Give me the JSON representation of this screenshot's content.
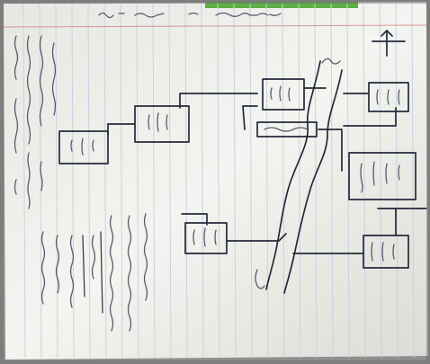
{
  "title": "",
  "colors": {
    "background": "#8f8f8f",
    "paper": "#f3f3ef",
    "margin_line": "#c0504d",
    "rule_line": "#c7d3e3",
    "ink": "#232a3a",
    "green_tape": "#4aa832"
  },
  "boxes": [
    {
      "name": "box-mid-top",
      "label": ""
    },
    {
      "name": "box-left-top",
      "label": ""
    },
    {
      "name": "box-left-vertical",
      "label": ""
    },
    {
      "name": "box-mid-small",
      "label": ""
    },
    {
      "name": "box-top-right",
      "label": ""
    },
    {
      "name": "box-right-large",
      "label": ""
    },
    {
      "name": "box-bottom-left",
      "label": ""
    },
    {
      "name": "box-bottom-right",
      "label": ""
    }
  ],
  "stream_label": ""
}
